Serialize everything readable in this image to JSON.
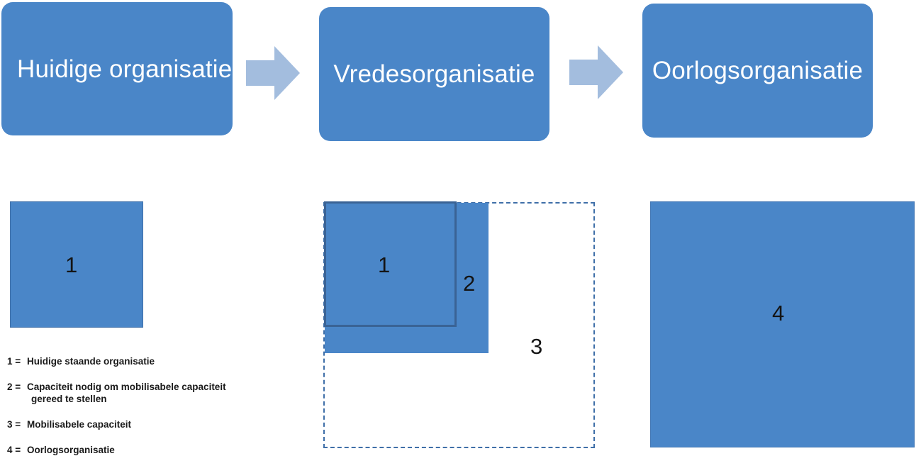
{
  "process_flow": {
    "steps": [
      {
        "label": "Huidige organisatie"
      },
      {
        "label": "Vredesorganisatie"
      },
      {
        "label": "Oorlogsorganisatie"
      }
    ],
    "arrows": [
      {
        "name": "arrow-right-icon"
      },
      {
        "name": "arrow-right-icon"
      }
    ]
  },
  "capacity_diagrams": {
    "left": {
      "blocks": [
        {
          "marker": "1",
          "style": "filled"
        }
      ]
    },
    "middle": {
      "blocks": [
        {
          "marker": "1",
          "style": "filled-dark-border"
        },
        {
          "marker": "2",
          "style": "filled"
        },
        {
          "marker": "3",
          "style": "dashed-outline"
        }
      ]
    },
    "right": {
      "blocks": [
        {
          "marker": "4",
          "style": "filled"
        }
      ]
    }
  },
  "legend": {
    "items": [
      {
        "key": "1 =",
        "text": "Huidige staande organisatie",
        "continuation": ""
      },
      {
        "key": "2 =",
        "text": "Capaciteit nodig om mobilisabele capaciteit",
        "continuation": "gereed te stellen"
      },
      {
        "key": "3 =",
        "text": "Mobilisabele capaciteit",
        "continuation": ""
      },
      {
        "key": "4 =",
        "text": "Oorlogsorganisatie",
        "continuation": ""
      }
    ]
  },
  "colors": {
    "primary_blue": "#4A86C8",
    "arrow_blue": "#A3BDDE",
    "dark_border": "#3A6395",
    "dashed_border": "#3F6FA8",
    "marker_text": "#141414",
    "box_text": "#FFFFFF",
    "background": "#FFFFFF"
  }
}
